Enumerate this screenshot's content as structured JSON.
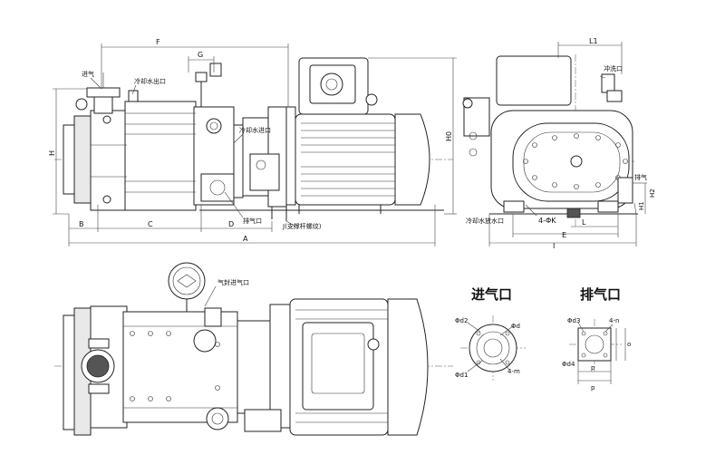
{
  "labels": {
    "dim_F": "F",
    "dim_G": "G",
    "dim_H": "H",
    "dim_H0": "H0",
    "dim_B": "B",
    "dim_C": "C",
    "dim_D": "D",
    "dim_A": "A",
    "inlet_small": "进气",
    "cooling_water_out": "冷却水出口",
    "cooling_water_in": "冷却水进口",
    "exhaust_port": "排气口",
    "support_thread": "J(支撑杆螺纹)",
    "dim_L1": "L1",
    "flush_port": "冲洗口",
    "exhaust_small": "排气",
    "dim_H2": "H2",
    "dim_H1": "H1",
    "dim_4phiK": "4-ΦK",
    "cooling_drain": "冷却水放水口",
    "dim_L": "L",
    "dim_E": "E",
    "dim_I": "I",
    "gas_seal_inlet": "气封进气口",
    "inlet_title": "进气口",
    "exhaust_title": "排气口",
    "in_phid2": "Φd2",
    "in_phid": "Φd",
    "in_phid1": "Φd1",
    "in_4m": "4-m",
    "ex_phid3": "Φd3",
    "ex_4n": "4-n",
    "ex_phid4": "Φd4",
    "ex_o": "o",
    "ex_p1": "p",
    "ex_p2": "p"
  }
}
